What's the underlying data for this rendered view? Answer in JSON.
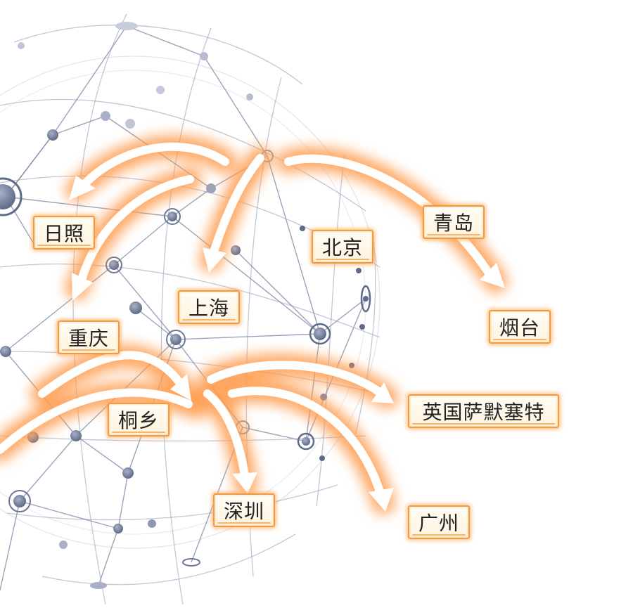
{
  "cities": {
    "rizhao": "日照",
    "chongqing": "重庆",
    "shanghai": "上海",
    "tongxiang": "桐乡",
    "shenzhen": "深圳",
    "beijing": "北京",
    "qingdao": "青岛",
    "yantai": "烟台",
    "uk_somerset": "英国萨默塞特",
    "guangzhou": "广州"
  },
  "colors": {
    "arrow_glow": "#ff9a4a",
    "arrow_body": "#ffffff",
    "network_line": "#8f97b3",
    "node_fill": "#6d7896",
    "label_border": "#f39a3f",
    "label_bg": "#fff6e6"
  }
}
